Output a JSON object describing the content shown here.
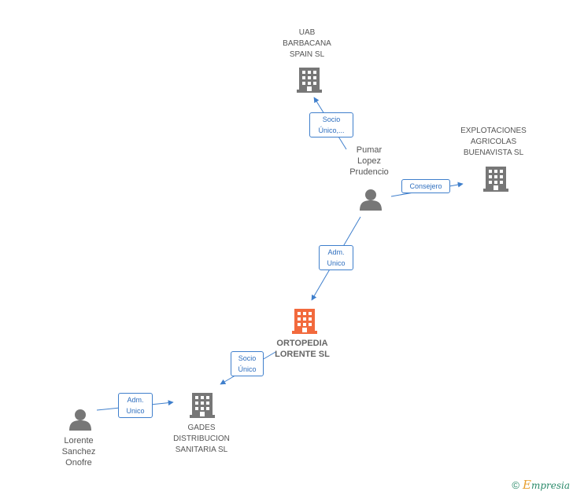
{
  "nodes": {
    "uab_barbacana": {
      "label": "UAB\nBARBACANA\nSPAIN SL",
      "icon": "building-icon",
      "color": "#777777"
    },
    "explotaciones": {
      "label": "EXPLOTACIONES\nAGRICOLAS\nBUENAVISTA SL",
      "icon": "building-icon",
      "color": "#777777"
    },
    "pumar": {
      "label": "Pumar\nLopez\nPrudencio",
      "icon": "person-icon",
      "color": "#777777"
    },
    "ortopedia": {
      "label": "ORTOPEDIA\nLORENTE SL",
      "icon": "building-icon",
      "color": "#f26a3d"
    },
    "gades": {
      "label": "GADES\nDISTRIBUCION\nSANITARIA SL",
      "icon": "building-icon",
      "color": "#777777"
    },
    "lorente": {
      "label": "Lorente\nSanchez\nOnofre",
      "icon": "person-icon",
      "color": "#777777"
    }
  },
  "edges": {
    "pumar_uab": "Socio\nÚnico,...",
    "pumar_explotaciones": "Consejero",
    "pumar_ortopedia": "Adm.\nUnico",
    "ortopedia_gades": "Socio\nÚnico",
    "lorente_gades": "Adm.\nUnico"
  },
  "footer": {
    "copyright": "©",
    "brand_initial": "E",
    "brand_rest": "mpresia"
  },
  "colors": {
    "edge": "#3f7fcc",
    "node": "#777777",
    "highlight": "#f26a3d"
  }
}
